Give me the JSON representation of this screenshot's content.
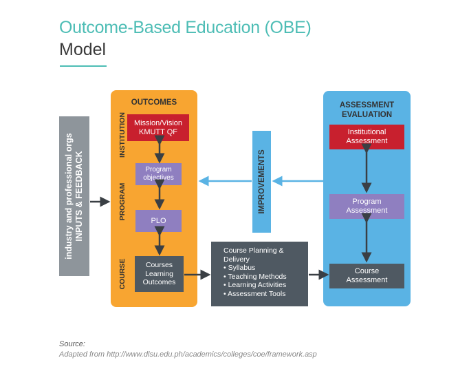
{
  "title": {
    "line1": "Outcome-Based Education (OBE)",
    "line2": "Model"
  },
  "inputs": {
    "line1": "industry and professional orgs",
    "line2": "INPUTS & FEEDBACK"
  },
  "outcomes": {
    "title": "OUTCOMES",
    "level_institution": "INSTITUTION",
    "level_program": "PROGRAM",
    "level_course": "COURSE",
    "mission_line1": "Mission/Vision",
    "mission_line2": "KMUTT QF",
    "program_objectives_line1": "Program",
    "program_objectives_line2": "objectives",
    "plo": "PLO",
    "courses_line1": "Courses",
    "courses_line2": "Learning",
    "courses_line3": "Outcomes"
  },
  "improvements": "IMPROVEMENTS",
  "course_planning": {
    "title_line1": "Course Planning &",
    "title_line2": "Delivery",
    "items": [
      "• Syllabus",
      "• Teaching Methods",
      "• Learning Activities",
      "• Assessment Tools"
    ]
  },
  "assessment": {
    "title_line1": "ASSESSMENT",
    "title_line2": "EVALUATION",
    "institutional_line1": "Institutional",
    "institutional_line2": "Assessment",
    "program_line1": "Program",
    "program_line2": "Assessment",
    "course_line1": "Course",
    "course_line2": "Assessment"
  },
  "source": {
    "label": "Source:",
    "text": "Adapted from http://www.dlsu.edu.ph/academics/colleges/coe/framework.asp"
  },
  "colors": {
    "teal": "#4dbdb5",
    "orange": "#f8a531",
    "blue": "#5ab3e4",
    "red": "#c8202e",
    "purple": "#8f7fc0",
    "dark": "#4f5962",
    "grey": "#8e959b"
  }
}
